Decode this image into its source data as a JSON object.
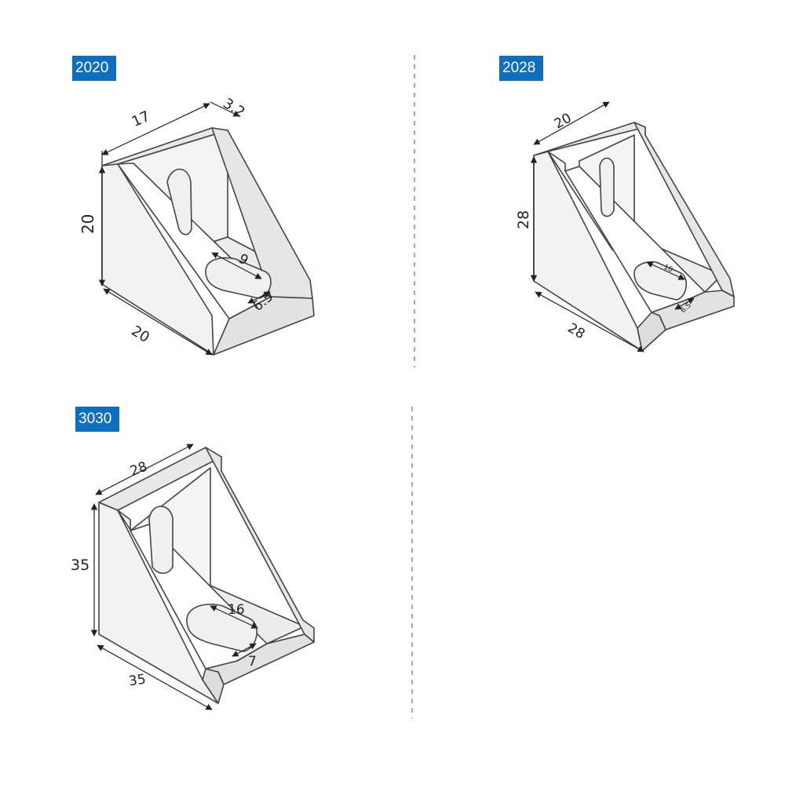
{
  "brackets": [
    {
      "model": "2020",
      "dimensions": {
        "top_length": "17",
        "thickness": "3.2",
        "height": "20",
        "base_length": "20",
        "slot_length": "9",
        "slot_width": "6.5"
      }
    },
    {
      "model": "2028",
      "dimensions": {
        "top_length": "20",
        "height": "28",
        "base_length": "28",
        "slot_length": "10",
        "slot_width": "6.5"
      }
    },
    {
      "model": "3030",
      "dimensions": {
        "top_length": "28",
        "height": "35",
        "base_length": "35",
        "slot_length": "16",
        "slot_width": "7"
      }
    }
  ],
  "colors": {
    "tag_background": "#0e6fbf",
    "line": "#444444",
    "face_light": "#f4f4f4",
    "face_shade": "#e2e2e2",
    "divider": "#aaaaaa"
  }
}
